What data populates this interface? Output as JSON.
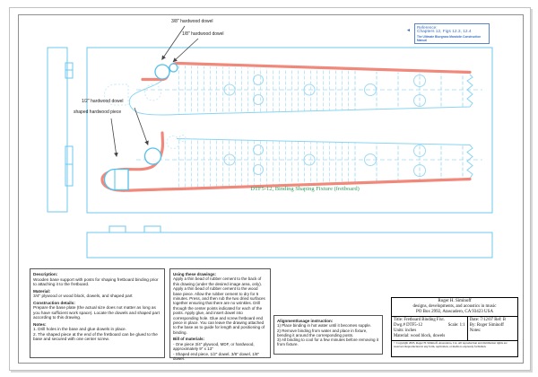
{
  "colors": {
    "line_blue": "#6cc8ee",
    "texture_blue": "#bfe7f8",
    "binding_red": "#f0897b",
    "caption_green": "#2e9e5b",
    "reference_blue": "#3a6fc0",
    "border_gray": "#8f8f8f"
  },
  "caption": "DTF5-12, Binding Shaping Fixture (fretboard)",
  "reference_box": {
    "arrow": "◄",
    "line1": "Reference:",
    "line2": "Chapters 12, Figs 12.3, 12.4",
    "line3": "The Ultimate Bluegrass Mandolin Construction Manual"
  },
  "callouts": {
    "dowel_38": "3/8\" hardwood dowel",
    "dowel_18": "1/8\" hardwood dowel",
    "dowel_12": "1/2\" hardwood dowel",
    "shaped": "shaped hardwood piece"
  },
  "description_box": {
    "h1": "Description:",
    "p1": "Wooden base support with posts for shaping fretboard binding prior to attaching it to the fretboard.",
    "h2": "Material:",
    "p2": "3/4\" plywood or wood block, dowels, and shaped part",
    "h3": "Construction details:",
    "p3": "Prepare the base plate (the actual size does not matter as long as you have sufficient work space). Locate the dowels and shaped part according to this drawing.",
    "h4": "Notes:",
    "p4a": "1. Drill holes in the base and glue dowels in place.",
    "p4b": "2. The shaped piece at the end of the fretboard can be glued to the base and secured with one center screw."
  },
  "usage_box": {
    "h1": "Using these drawings:",
    "p1": "Apply a thin bead of rubber cement to the back of this drawing (under the desired image area, only). Apply a thin bead of rubber cement to the wood base piece. Allow the rubber cement to dry for 5 minutes. Press, and then rub the two dried surfaces together ensuring that there are no wrinkles. Drill through the center points indicated for each of the posts. Apply glue, and insert dowel into corresponding hole. Glue and screw fretboard end piece in place. You can leave the drawing attached to the base as to guide for length and positioning of binding.",
    "h2": "Bill of materials:",
    "p2a": "- One piece 3/4\" plywood, MDF, or hardwood, approximately 9\" x 13\"",
    "p2b": "- Shaped end piece, 1/2\" dowel, 3/8\" dowel, 1/8\" dowel."
  },
  "alignment_box": {
    "h1": "Alignment/usage instruction:",
    "p1": "1) Place binding in hot water until it becomes supple.",
    "p2": "2) Remove binding from water and place in fixture, bending it around the corresponding posts.",
    "p3": "3) All binding to cool for a few minutes before removing it from fixture."
  },
  "title_block": {
    "company1": "Roger H. Siminoff",
    "company2": "designs, developments, and acoustics in music",
    "company3": "PO Box 2992, Atascadero, CA 93423  USA",
    "title": "Title: Fretboard Binding Fixt.",
    "dwg": "Dwg.# DTF5-12",
    "scale": "Scale: 1:1",
    "units": "Units: inches",
    "material": "Material: wood block, dowels",
    "date": "Date: 7/12/07  Ref: B",
    "by": "By: Roger Siminoff",
    "notes": "Notes:",
    "copyright": "© Copyright 2003, Roger H. Siminoff, Atascadero, CA. All reproduction and distribution rights are reserved. Reproduction in any form, replication, or media is expressly forbidden."
  }
}
